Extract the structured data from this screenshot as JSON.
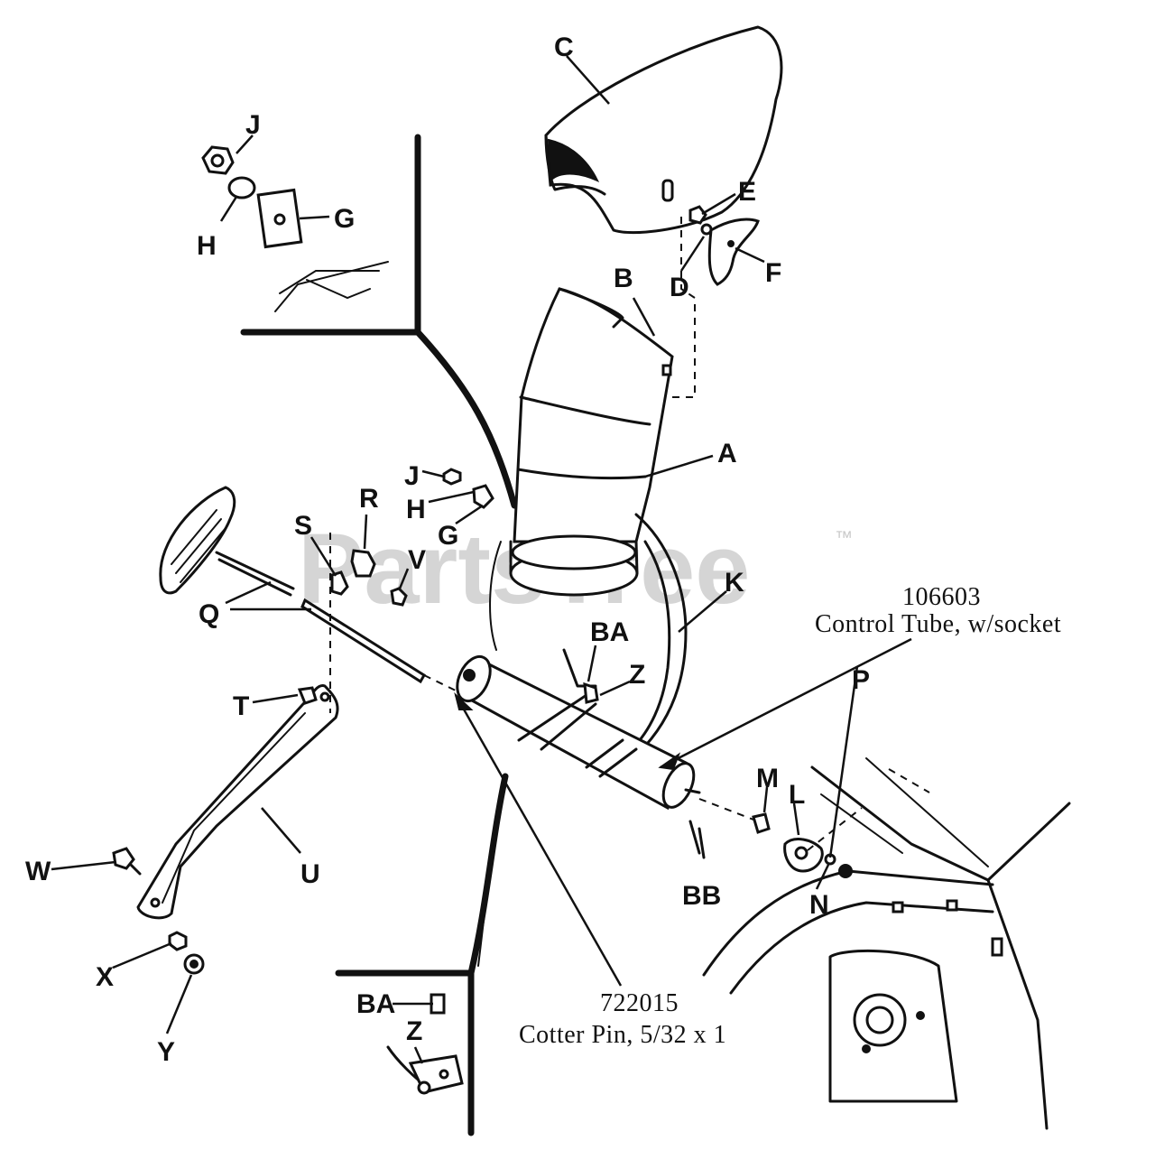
{
  "watermark": {
    "brand": "PartsTree",
    "trademark": "™"
  },
  "callouts": {
    "control_tube": {
      "part_number": "106603",
      "description": "Control Tube, w/socket"
    },
    "cotter_pin": {
      "part_number": "722015",
      "description": "Cotter Pin, 5/32 x 1"
    }
  },
  "labels": {
    "C": "C",
    "J_top": "J",
    "H_top": "H",
    "G_top": "G",
    "E": "E",
    "D": "D",
    "F": "F",
    "B": "B",
    "A": "A",
    "J_mid": "J",
    "H_mid": "H",
    "G_mid": "G",
    "R": "R",
    "S": "S",
    "V": "V",
    "Q": "Q",
    "K": "K",
    "BA_mid": "BA",
    "Z_mid": "Z",
    "T": "T",
    "P": "P",
    "M": "M",
    "L": "L",
    "N": "N",
    "BB": "BB",
    "U": "U",
    "W": "W",
    "X": "X",
    "Y": "Y",
    "BA_bottom": "BA",
    "Z_bottom": "Z"
  }
}
